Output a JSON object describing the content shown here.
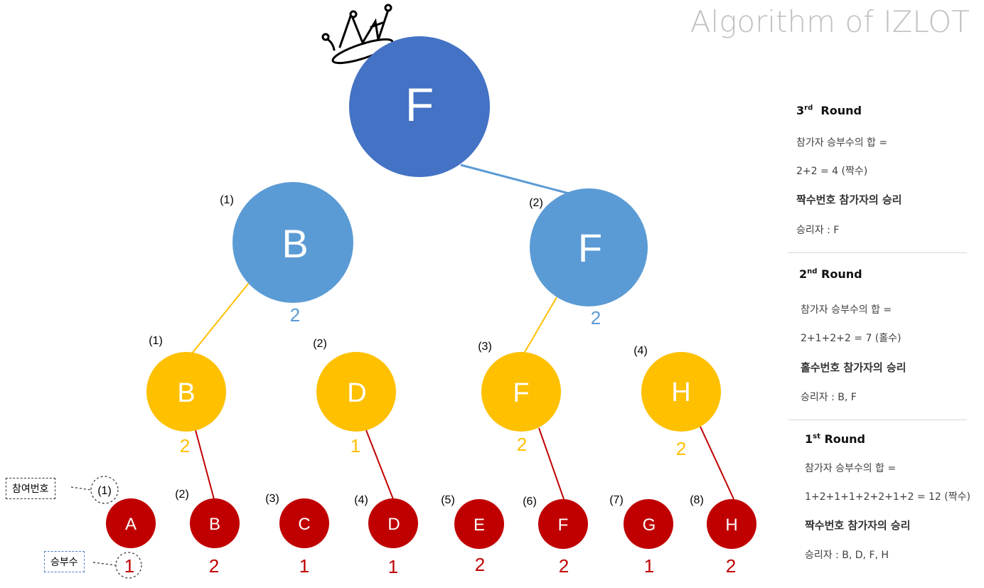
{
  "title": "Algorithm of IZLOT",
  "tree": {
    "root": {
      "label": "F"
    },
    "level2": [
      {
        "tag": "(1)",
        "label": "B",
        "wins": "2"
      },
      {
        "tag": "(2)",
        "label": "F",
        "wins": "2"
      }
    ],
    "level3": [
      {
        "tag": "(1)",
        "label": "B",
        "wins": "2"
      },
      {
        "tag": "(2)",
        "label": "D",
        "wins": "1"
      },
      {
        "tag": "(3)",
        "label": "F",
        "wins": "2"
      },
      {
        "tag": "(4)",
        "label": "H",
        "wins": "2"
      }
    ],
    "level4": [
      {
        "tag": "(1)",
        "label": "A",
        "wins": "1"
      },
      {
        "tag": "(2)",
        "label": "B",
        "wins": "2"
      },
      {
        "tag": "(3)",
        "label": "C",
        "wins": "1"
      },
      {
        "tag": "(4)",
        "label": "D",
        "wins": "1"
      },
      {
        "tag": "(5)",
        "label": "E",
        "wins": "2"
      },
      {
        "tag": "(6)",
        "label": "F",
        "wins": "2"
      },
      {
        "tag": "(7)",
        "label": "G",
        "wins": "1"
      },
      {
        "tag": "(8)",
        "label": "H",
        "wins": "2"
      }
    ]
  },
  "legend": {
    "entry_number": "참여번호",
    "win_count": "승부수"
  },
  "rounds": [
    {
      "num": "3",
      "sup": "rd",
      "word": "Round",
      "sum_label": "참가자 승부수의 합 =",
      "sum_expr": "2+2 = 4 (짝수)",
      "rule": "짝수번호 참가자의 승리",
      "winner": "승리자 : F"
    },
    {
      "num": "2",
      "sup": "nd",
      "word": "Round",
      "sum_label": "참가자 승부수의 합 =",
      "sum_expr": "2+1+2+2 = 7 (홀수)",
      "rule": "홀수번호 참가자의 승리",
      "winner": "승리자 : B, F"
    },
    {
      "num": "1",
      "sup": "st",
      "word": "Round",
      "sum_label": "참가자 승부수의 합 =",
      "sum_expr": "1+2+1+1+2+2+1+2 = 12 (짝수)",
      "rule": "짝수번호 참가자의 승리",
      "winner": "승리자 : B, D, F, H"
    }
  ],
  "colors": {
    "root": "#4472c4",
    "level2": "#5b9bd5",
    "level3": "#ffc000",
    "level4": "#c00000",
    "edge_blue": "#5b9bd5",
    "edge_yellow": "#ffc000",
    "edge_red": "#c00000"
  },
  "icons": [
    "crown-icon"
  ]
}
